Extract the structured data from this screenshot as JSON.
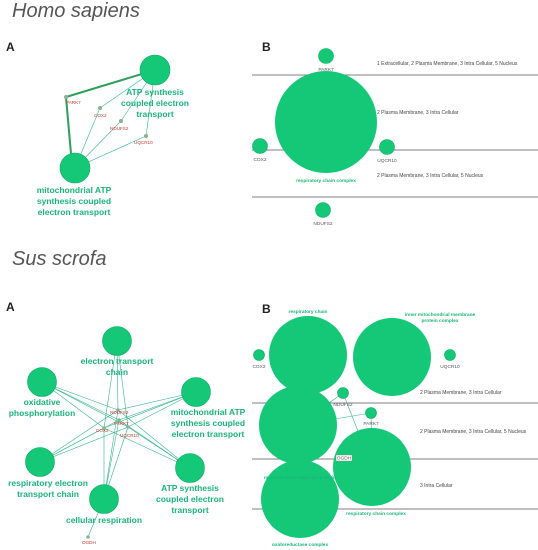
{
  "sections": [
    {
      "species": "Homo sapiens"
    },
    {
      "species": "Sus scrofa"
    }
  ],
  "panels": {
    "a1": "A",
    "b1": "B",
    "a2": "A",
    "b2": "B"
  },
  "hs_network": {
    "terms": [
      "ATP synthesis",
      "coupled electron",
      "transport",
      "mitochondrial ATP",
      "synthesis coupled",
      "electron transport"
    ],
    "genes": [
      "PARK7",
      "COX2",
      "NDUFS2",
      "UQCR10"
    ]
  },
  "hs_location": {
    "terms": [
      "respiratory chain complex"
    ],
    "genes": [
      "PARK7",
      "COX2",
      "UQCR10",
      "NDUFS2"
    ],
    "compartments": [
      "1 Extracellular, 2 Plasma Membrane, 3 Intra Cellular, 5 Nucleus",
      "2 Plasma Membrane, 3 Intra Cellular",
      "2 Plasma Membrane, 3 Intra Cellular, 5 Nucleus"
    ]
  },
  "ss_network": {
    "terms": [
      "electron transport",
      "chain",
      "oxidative",
      "phosphorylation",
      "mitochondrial ATP",
      "synthesis coupled",
      "electron transport",
      "respiratory electron",
      "transport chain",
      "ATP synthesis",
      "coupled electron",
      "transport",
      "cellular respiration"
    ],
    "genes": [
      "NDUFS2",
      "PARK7",
      "COX2",
      "UQCR10",
      "OGDH"
    ]
  },
  "ss_location": {
    "terms": [
      "respiratory chain",
      "inner mitochondrial membrane",
      "protein complex",
      "mitochondrial respiratory chain",
      "respiratory chain complex",
      "oxidoreductase complex"
    ],
    "genes": [
      "COX2",
      "UQCR10",
      "NDUFS2",
      "PARK7",
      "OGDH"
    ],
    "compartments": [
      "2 Plasma Membrane, 3 Intra Cellular",
      "2 Plasma Membrane, 3 Intra Cellular, 5 Nucleus",
      "3 Intra Cellular"
    ]
  },
  "colors": {
    "node": "#14c878",
    "term_label": "#1bb37a",
    "gene_label": "#c0392b",
    "edge": "#36b58a"
  }
}
